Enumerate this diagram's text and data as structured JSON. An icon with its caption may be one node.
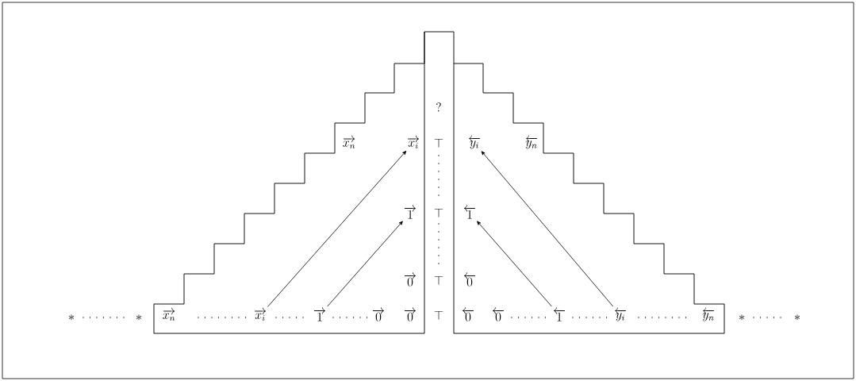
{
  "diagram": {
    "nodes": [
      {
        "text": [
          "\\overrightarrow{x_i}"
        ]
      },
      {
        "text": [
          "\\overrightarrow{x_i}"
        ]
      },
      {
        "text": [
          "\\overrightarrow{1}"
        ]
      },
      {
        "text": [
          "\\overrightarrow{1}"
        ]
      },
      {
        "text": [
          "\\overleftarrow{1}"
        ]
      },
      {
        "text": [
          "\\overleftarrow{1}"
        ]
      },
      {
        "text": [
          "\\overleftarrow{y_i}"
        ]
      },
      {
        "text": [
          "\\overleftarrow{y_i}"
        ]
      }
    ],
    "edges": [
      {
        "from": 0,
        "to": 1,
        "arrow": "to"
      },
      {
        "from": 2,
        "to": 3,
        "arrow": "to"
      },
      {
        "from": 4,
        "to": 5,
        "arrow": "to"
      },
      {
        "from": 6,
        "to": 7,
        "arrow": "to"
      }
    ],
    "labels": [
      "?",
      "\\overrightarrow{x_n}",
      "\\top",
      "\\overleftarrow{y_n}",
      "\\top",
      "\\overrightarrow{0}",
      "\\top",
      "\\overleftarrow{0}",
      "*",
      "*",
      "\\overrightarrow{x_n}",
      "\\overrightarrow{0}",
      "\\overrightarrow{0}",
      "\\top",
      "\\overleftarrow{0}",
      "\\overleftarrow{0}",
      "\\overleftarrow{y_n}",
      "*",
      "*"
    ]
  }
}
